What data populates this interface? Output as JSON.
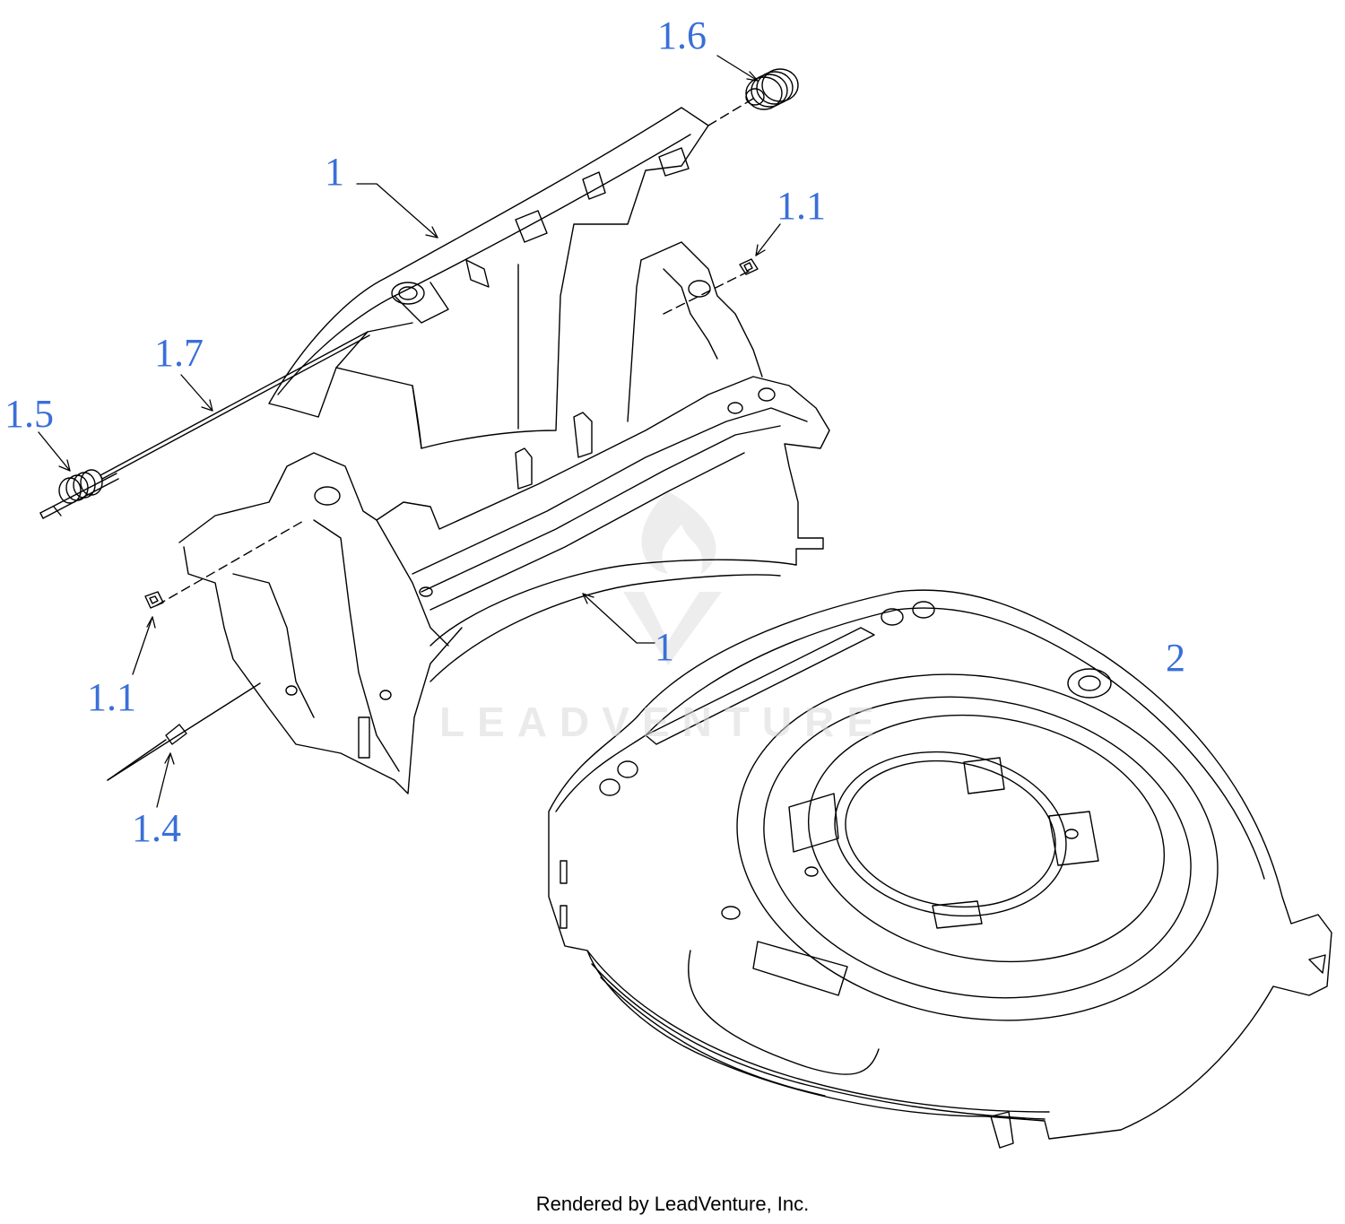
{
  "colors": {
    "callout": "#3a6fd8",
    "line": "#000000",
    "watermark": "#d9d9d9"
  },
  "callouts": {
    "c1_top": "1",
    "c1_1_right": "1.1",
    "c1_1_left": "1.1",
    "c1_4": "1.4",
    "c1_5": "1.5",
    "c1_6": "1.6",
    "c1_7": "1.7",
    "c1_bottom": "1",
    "c2": "2"
  },
  "watermark": {
    "text": "LEADVENTURE"
  },
  "footer": {
    "text": "Rendered by LeadVenture, Inc."
  }
}
